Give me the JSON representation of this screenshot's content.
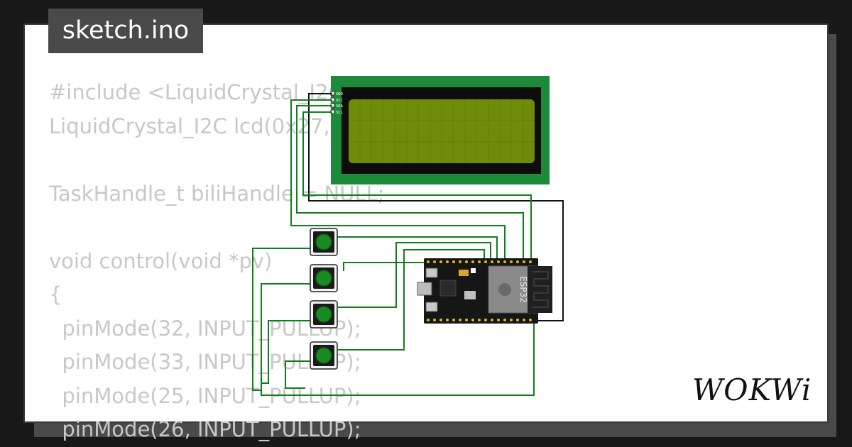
{
  "title": "sketch.ino",
  "code_lines": [
    "#include <LiquidCrystal_I2C.h>",
    "LiquidCrystal_I2C lcd(0x27, 16, 2);",
    "",
    "TaskHandle_t biliHandle = NULL;",
    "",
    "void control(void *pv)",
    "{",
    "  pinMode(32, INPUT_PULLUP);",
    "  pinMode(33, INPUT_PULLUP);",
    "  pinMode(25, INPUT_PULLUP);",
    "  pinMode(26, INPUT_PULLUP);"
  ],
  "lcd": {
    "pins": [
      "GND",
      "VCC",
      "SDA",
      "SCL"
    ]
  },
  "board": {
    "label": "ESP32"
  },
  "buttons": [
    "button-1",
    "button-2",
    "button-3",
    "button-4"
  ],
  "brand": "WOKWi",
  "colors": {
    "background": "#181818",
    "card": "#ffffff",
    "code_text": "#c8c8c8",
    "title_bg": "#4a4a4a",
    "lcd_pcb": "#1b8a3a",
    "lcd_screen": "#6e8c0a",
    "wire": "#0f7f1a",
    "button_cap": "#1a8a24"
  }
}
